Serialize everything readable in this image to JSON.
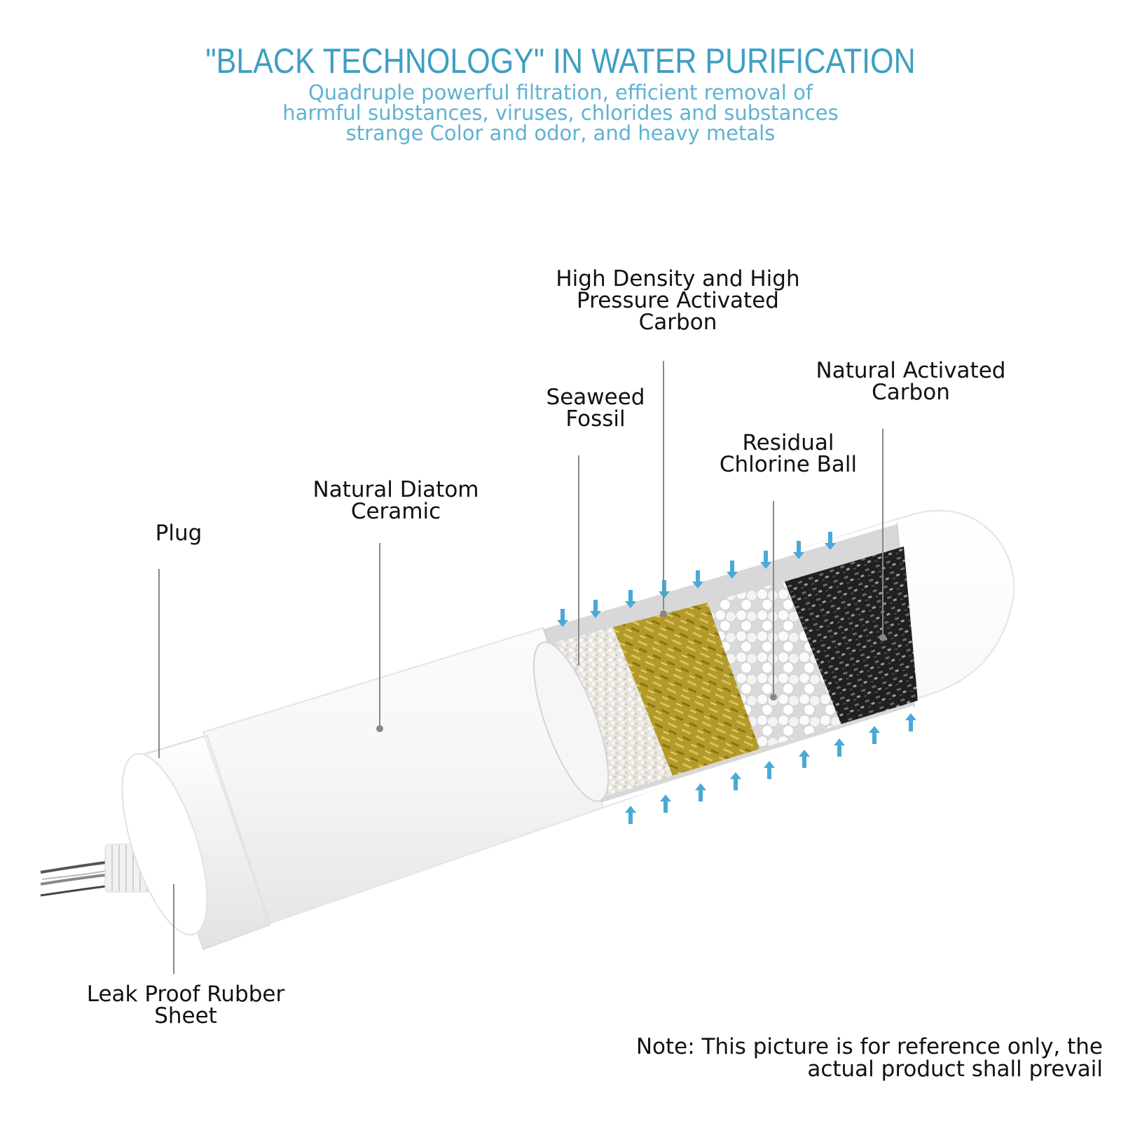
{
  "header": {
    "title": "\"BLACK TECHNOLOGY\" IN WATER PURIFICATION",
    "subtitle_lines": [
      "Quadruple powerful filtration, efficient removal of",
      "harmful substances, viruses, chlorides and substances",
      "strange Color and odor, and heavy metals"
    ]
  },
  "labels": {
    "plug": [
      "Plug"
    ],
    "diatom": [
      "Natural Diatom",
      "Ceramic"
    ],
    "seaweed": [
      "Seaweed",
      "Fossil"
    ],
    "carbon_hd": [
      "High Density and High",
      "Pressure Activated",
      "Carbon"
    ],
    "chlorine": [
      "Residual",
      "Chlorine Ball"
    ],
    "natural_carbon": [
      "Natural Activated",
      "Carbon"
    ],
    "rubber": [
      "Leak Proof Rubber",
      "Sheet"
    ]
  },
  "note": {
    "lines": [
      "Note: This picture is for reference only, the",
      "actual product shall prevail"
    ]
  },
  "colors": {
    "title": "#3d9fc3",
    "subtitle": "#5fb2d2",
    "arrow": "#4aa9d6",
    "seaweed_fossil": "#e6e3dc",
    "activated_carbon_hd": "#b39a2a",
    "chlorine_ball": "#f4f4f4",
    "natural_carbon": "#2b2b2b"
  },
  "icons": [
    "flow-arrow-icon"
  ]
}
